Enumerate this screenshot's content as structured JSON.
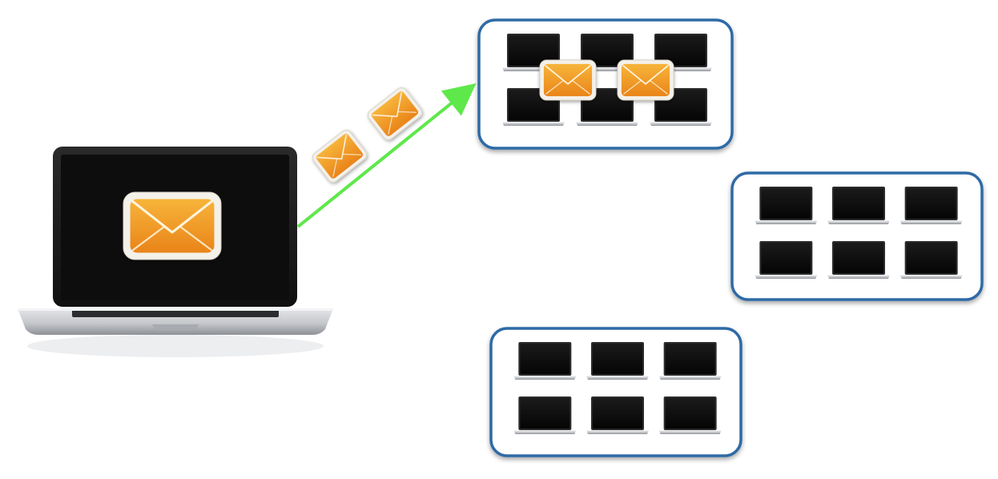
{
  "diagram": {
    "colors": {
      "background": "#ffffff",
      "arrow": "#5ee84a",
      "group_border": "#2f6aa6",
      "envelope_top": "#f7b43a",
      "envelope_bottom": "#e9841a",
      "envelope_frame": "#f4f1ea",
      "laptop_screen": "#0d0d0d",
      "laptop_body": "#c9cbcf"
    },
    "source": {
      "icon": "laptop-icon",
      "screen_icon": "mail-envelope-icon"
    },
    "arrow": {
      "icon": "arrow-icon",
      "target_group": 1
    },
    "envelopes_in_transit": 2,
    "groups": [
      {
        "laptops": 6,
        "envelopes_received": 2
      },
      {
        "laptops": 6,
        "envelopes_received": 0
      },
      {
        "laptops": 6,
        "envelopes_received": 0
      }
    ]
  }
}
